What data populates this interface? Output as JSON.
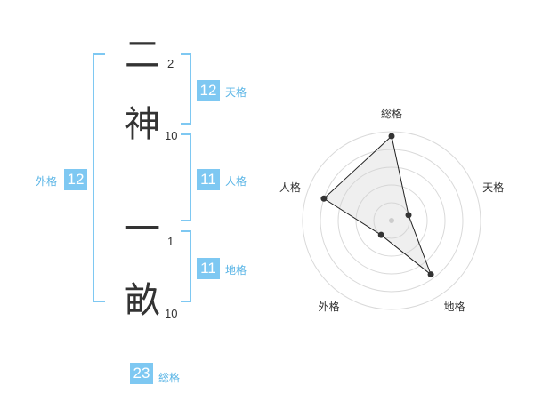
{
  "name": {
    "chars": [
      {
        "char": "二",
        "strokes": "2"
      },
      {
        "char": "神",
        "strokes": "10"
      },
      {
        "char": "一",
        "strokes": "1"
      },
      {
        "char": "畝",
        "strokes": "10"
      }
    ]
  },
  "fortunes": {
    "tenkaku": {
      "value": "12",
      "label": "天格"
    },
    "jinkaku": {
      "value": "11",
      "label": "人格"
    },
    "chikaku": {
      "value": "11",
      "label": "地格"
    },
    "gaikaku": {
      "value": "12",
      "label": "外格"
    },
    "soukaku": {
      "value": "23",
      "label": "総格"
    }
  },
  "radar": {
    "axes": [
      "総格",
      "天格",
      "地格",
      "外格",
      "人格"
    ],
    "values": [
      0.95,
      0.2,
      0.75,
      0.2,
      0.8
    ],
    "max": 1,
    "rings": 5
  }
}
